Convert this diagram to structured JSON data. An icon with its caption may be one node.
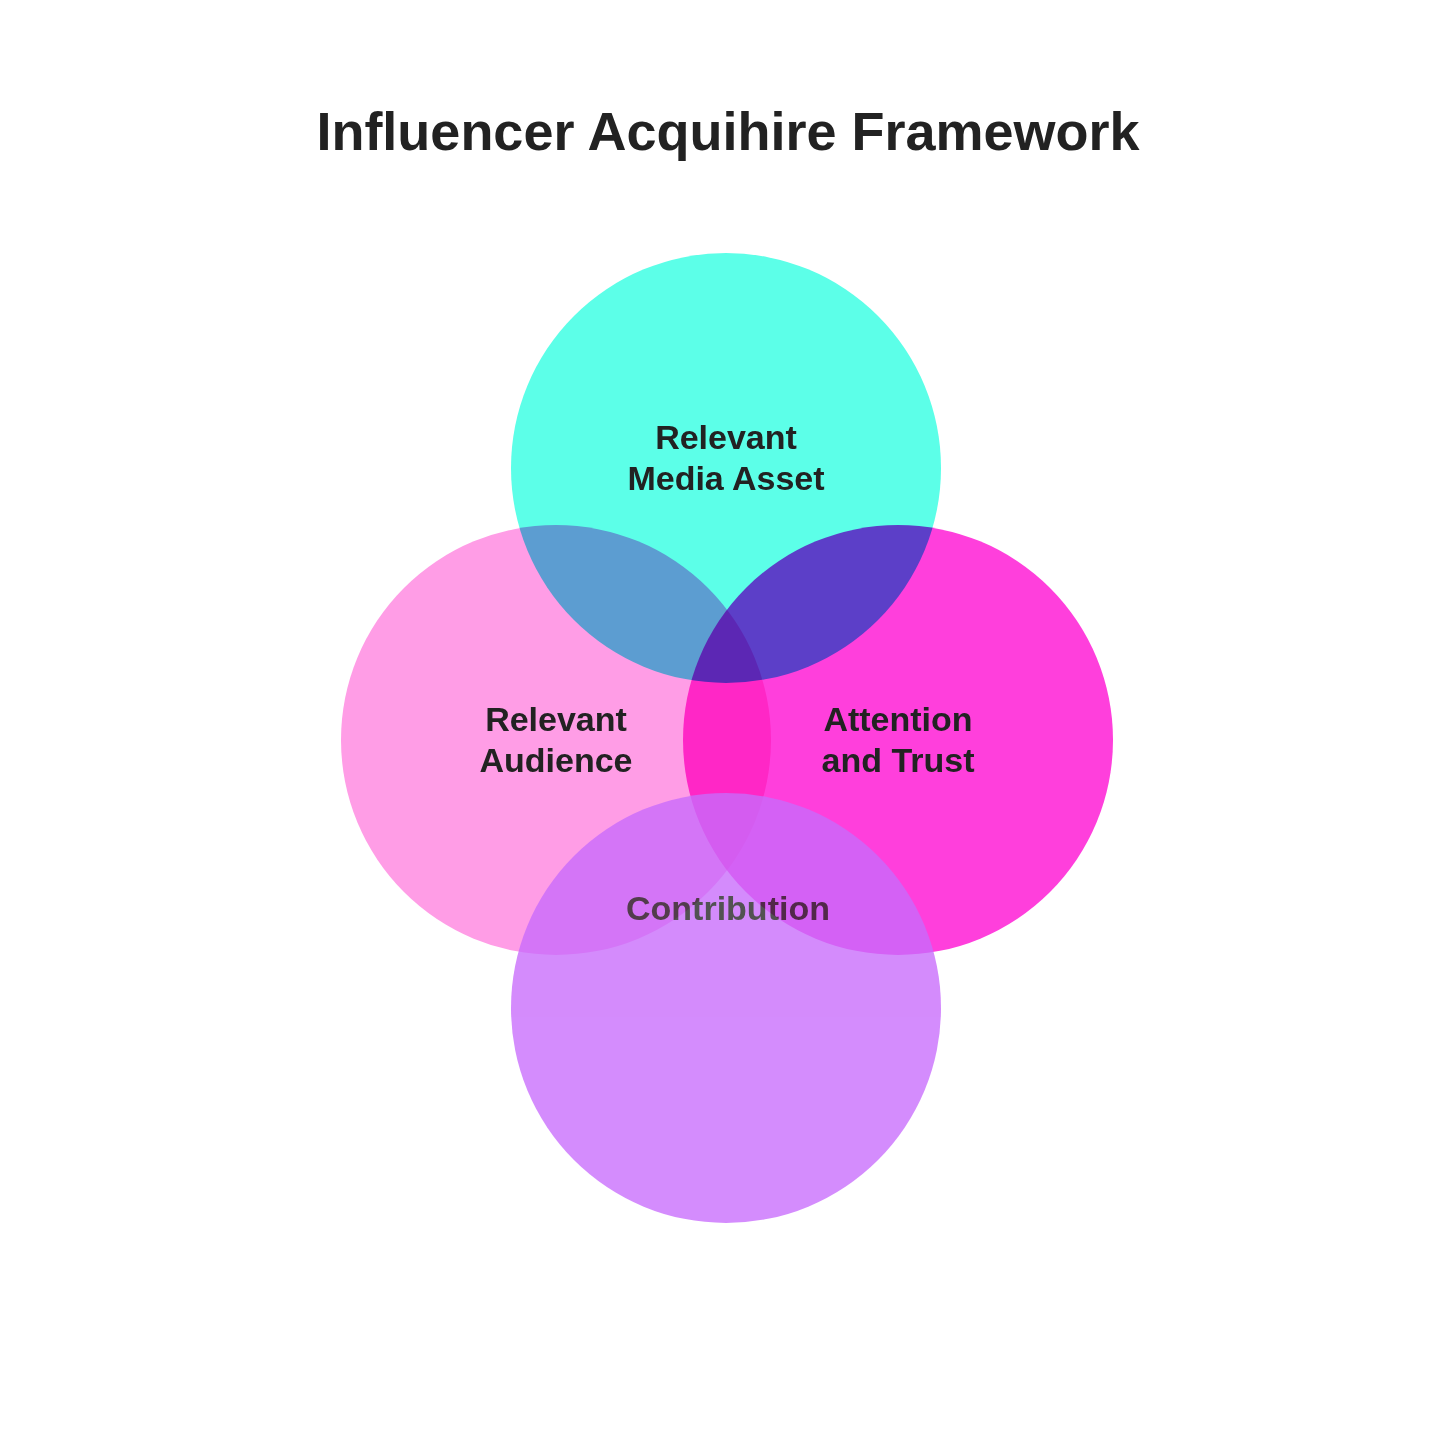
{
  "diagram": {
    "title": "Influencer Acquihire Framework",
    "nodes": [
      {
        "text": [
          "Relevant Media Asset"
        ]
      },
      {
        "text": [
          "Relevant Audience"
        ]
      },
      {
        "text": [
          "Attention and Trust"
        ]
      },
      {
        "text": [
          "Contribution"
        ]
      }
    ]
  }
}
